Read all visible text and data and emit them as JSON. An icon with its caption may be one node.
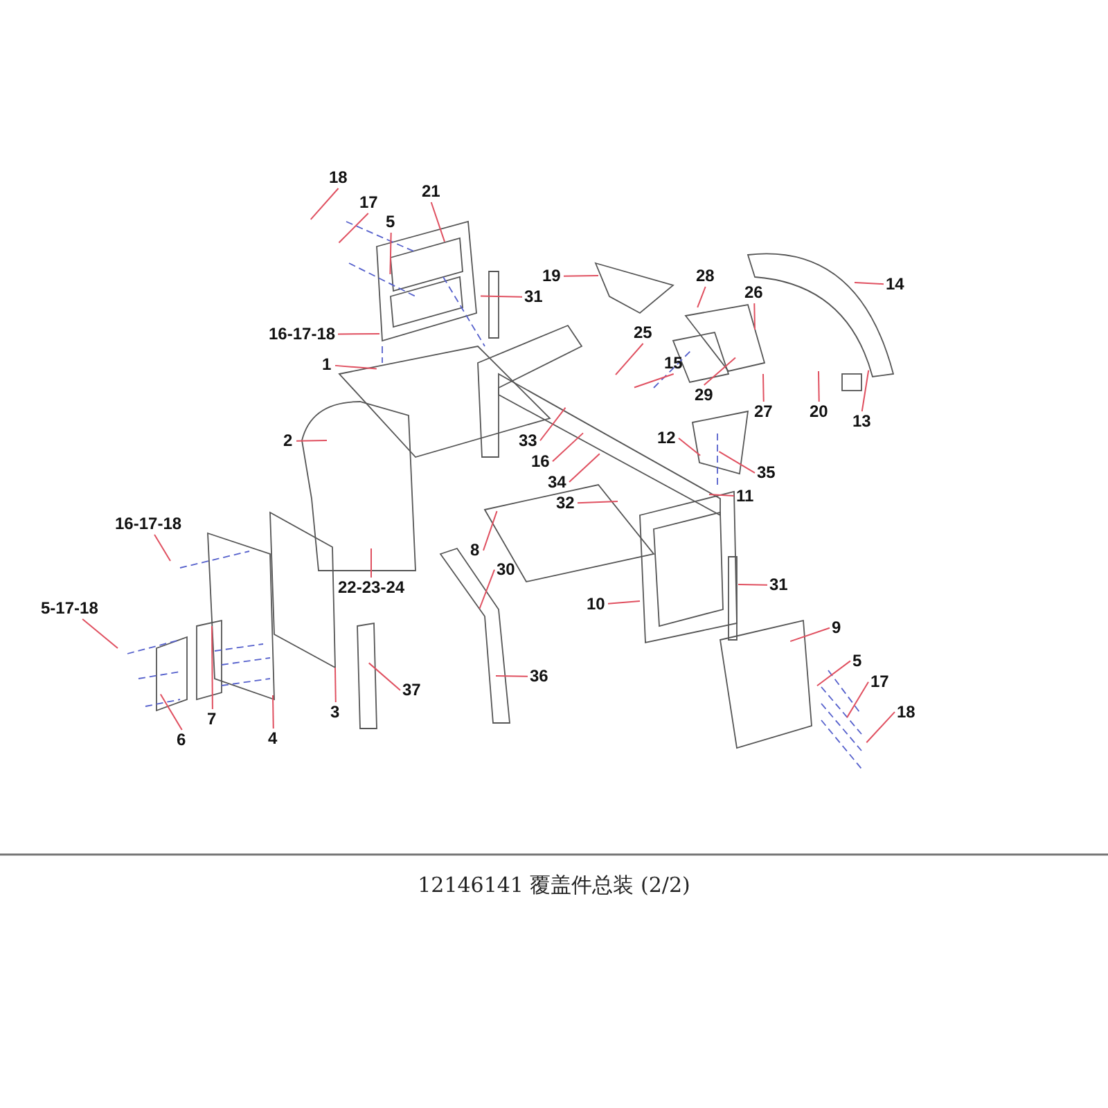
{
  "diagram": {
    "caption": "12146141 覆盖件总装 (2/2)",
    "nodes": [
      {
        "text": [
          "18"
        ]
      },
      {
        "text": [
          "17"
        ]
      },
      {
        "text": [
          "5"
        ]
      },
      {
        "text": [
          "21"
        ]
      },
      {
        "text": [
          "19"
        ]
      },
      {
        "text": [
          "31"
        ]
      },
      {
        "text": [
          "16-17-18"
        ]
      },
      {
        "text": [
          "1"
        ]
      },
      {
        "text": [
          "25"
        ]
      },
      {
        "text": [
          "15"
        ]
      },
      {
        "text": [
          "12"
        ]
      },
      {
        "text": [
          "2"
        ]
      },
      {
        "text": [
          "33"
        ]
      },
      {
        "text": [
          "16"
        ]
      },
      {
        "text": [
          "34"
        ]
      },
      {
        "text": [
          "32"
        ]
      },
      {
        "text": [
          "35"
        ]
      },
      {
        "text": [
          "11"
        ]
      },
      {
        "text": [
          "28"
        ]
      },
      {
        "text": [
          "26"
        ]
      },
      {
        "text": [
          "14"
        ]
      },
      {
        "text": [
          "29"
        ]
      },
      {
        "text": [
          "27"
        ]
      },
      {
        "text": [
          "20"
        ]
      },
      {
        "text": [
          "13"
        ]
      },
      {
        "text": [
          "22-23-24"
        ]
      },
      {
        "text": [
          "8"
        ]
      },
      {
        "text": [
          "30"
        ]
      },
      {
        "text": [
          "10"
        ]
      },
      {
        "text": [
          "31"
        ]
      },
      {
        "text": [
          "9"
        ]
      },
      {
        "text": [
          "5"
        ]
      },
      {
        "text": [
          "17"
        ]
      },
      {
        "text": [
          "18"
        ]
      },
      {
        "text": [
          "16-17-18"
        ]
      },
      {
        "text": [
          "5-17-18"
        ]
      },
      {
        "text": [
          "7"
        ]
      },
      {
        "text": [
          "6"
        ]
      },
      {
        "text": [
          "4"
        ]
      },
      {
        "text": [
          "3"
        ]
      },
      {
        "text": [
          "37"
        ]
      },
      {
        "text": [
          "36"
        ]
      }
    ],
    "edges": [
      {
        "from": 0,
        "to": null,
        "arrow": "none"
      },
      {
        "from": 1,
        "to": null,
        "arrow": "none"
      },
      {
        "from": 2,
        "to": null,
        "arrow": "none"
      },
      {
        "from": 3,
        "to": null,
        "arrow": "none"
      },
      {
        "from": 4,
        "to": null,
        "arrow": "none"
      },
      {
        "from": 5,
        "to": null,
        "arrow": "none"
      },
      {
        "from": 6,
        "to": null,
        "arrow": "none"
      },
      {
        "from": 7,
        "to": null,
        "arrow": "none"
      },
      {
        "from": 8,
        "to": null,
        "arrow": "none"
      },
      {
        "from": 9,
        "to": null,
        "arrow": "none"
      },
      {
        "from": 10,
        "to": null,
        "arrow": "none"
      },
      {
        "from": 11,
        "to": null,
        "arrow": "none"
      },
      {
        "from": 12,
        "to": null,
        "arrow": "none"
      },
      {
        "from": 13,
        "to": null,
        "arrow": "none"
      },
      {
        "from": 14,
        "to": null,
        "arrow": "none"
      },
      {
        "from": 15,
        "to": null,
        "arrow": "none"
      },
      {
        "from": 16,
        "to": null,
        "arrow": "none"
      },
      {
        "from": 17,
        "to": null,
        "arrow": "none"
      },
      {
        "from": 18,
        "to": null,
        "arrow": "none"
      },
      {
        "from": 19,
        "to": null,
        "arrow": "none"
      },
      {
        "from": 20,
        "to": null,
        "arrow": "none"
      },
      {
        "from": 21,
        "to": null,
        "arrow": "none"
      },
      {
        "from": 22,
        "to": null,
        "arrow": "none"
      },
      {
        "from": 23,
        "to": null,
        "arrow": "none"
      },
      {
        "from": 24,
        "to": null,
        "arrow": "none"
      },
      {
        "from": 25,
        "to": null,
        "arrow": "none"
      },
      {
        "from": 26,
        "to": null,
        "arrow": "none"
      },
      {
        "from": 27,
        "to": null,
        "arrow": "none"
      },
      {
        "from": 28,
        "to": null,
        "arrow": "none"
      },
      {
        "from": 29,
        "to": null,
        "arrow": "none"
      },
      {
        "from": 30,
        "to": null,
        "arrow": "none"
      },
      {
        "from": 31,
        "to": null,
        "arrow": "none"
      },
      {
        "from": 32,
        "to": null,
        "arrow": "none"
      },
      {
        "from": 33,
        "to": null,
        "arrow": "none"
      },
      {
        "from": 34,
        "to": null,
        "arrow": "none"
      },
      {
        "from": 35,
        "to": null,
        "arrow": "none"
      },
      {
        "from": 36,
        "to": null,
        "arrow": "none"
      },
      {
        "from": 37,
        "to": null,
        "arrow": "none"
      },
      {
        "from": 38,
        "to": null,
        "arrow": "none"
      },
      {
        "from": 39,
        "to": null,
        "arrow": "none"
      },
      {
        "from": 40,
        "to": null,
        "arrow": "none"
      },
      {
        "from": 41,
        "to": null,
        "arrow": "none"
      }
    ]
  }
}
